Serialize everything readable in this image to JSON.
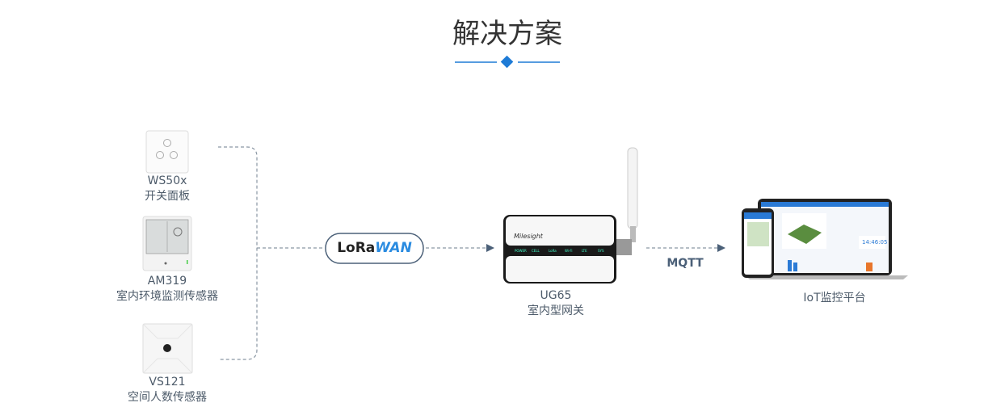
{
  "title": "解决方案",
  "accent": "#1e7bd6",
  "devices": [
    {
      "model": "WS50x",
      "name": "开关面板"
    },
    {
      "model": "AM319",
      "name": "室内环境监测传感器"
    },
    {
      "model": "VS121",
      "name": "空间人数传感器"
    }
  ],
  "protocol": {
    "lora": "LoRa",
    "wan": "WAN",
    "mqtt": "MQTT"
  },
  "gateway": {
    "model": "UG65",
    "name": "室内型网关",
    "brand": "Milesight",
    "leds": [
      "POWER",
      "CELL",
      "LoRa",
      "Wi-Fi",
      "LTE",
      "SYS"
    ]
  },
  "platform": {
    "name": "IoT监控平台",
    "clock": "14:46:05"
  }
}
